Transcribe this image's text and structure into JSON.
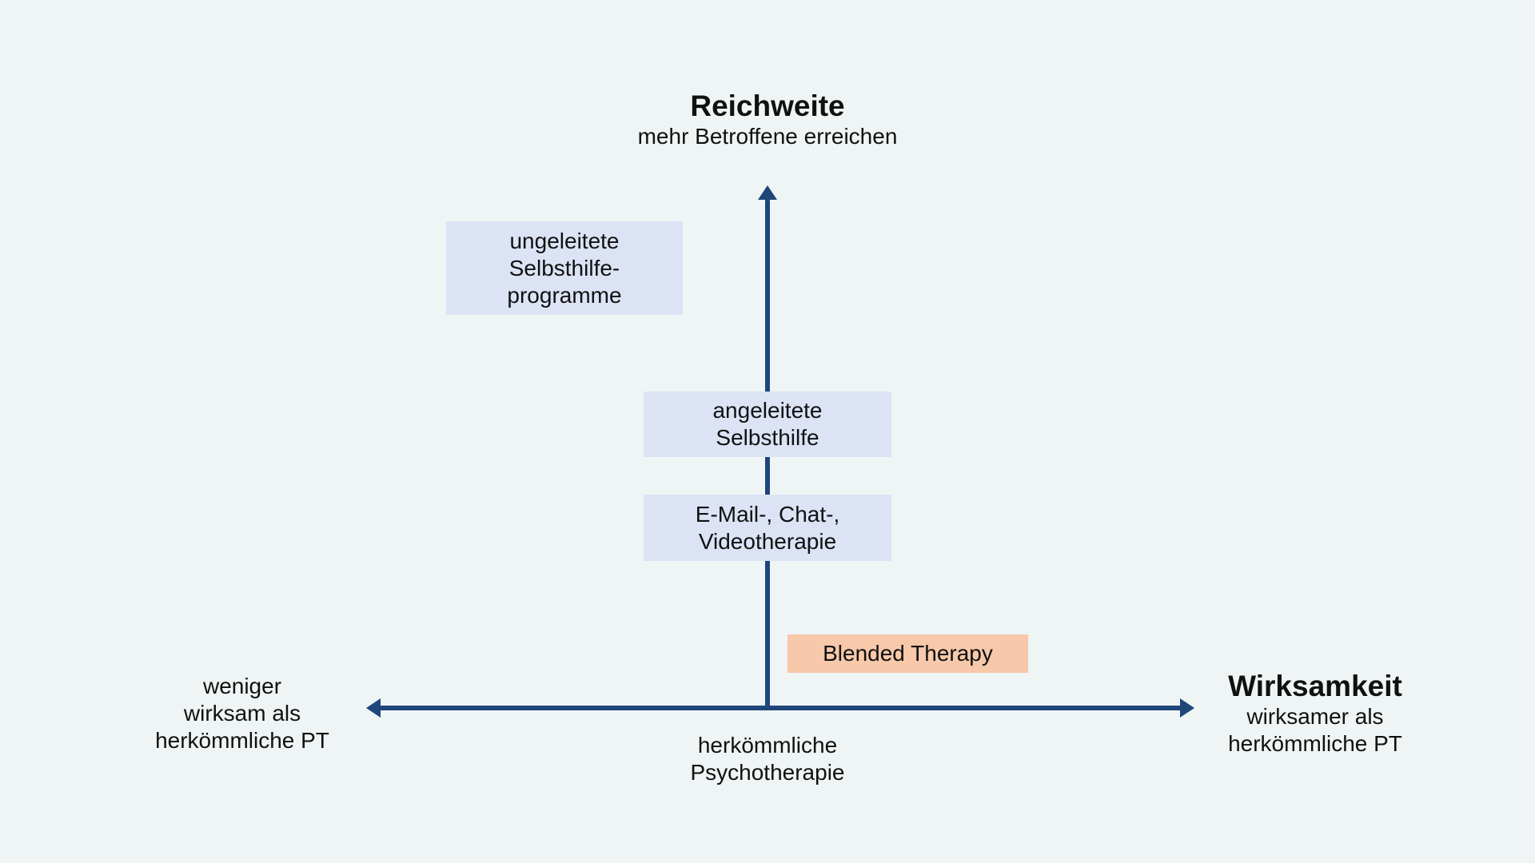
{
  "colors": {
    "background": "#eff4f5",
    "axis": "#1f467a",
    "box_blue": "#dce3f5",
    "box_orange": "#f7c8a9",
    "text": "#111111"
  },
  "vertical_axis": {
    "title": "Reichweite",
    "subtitle": "mehr Betroffene erreichen"
  },
  "horizontal_axis": {
    "title": "Wirksamkeit",
    "right_label": [
      "wirksamer als",
      "herkömmliche PT"
    ],
    "left_label": [
      "weniger",
      "wirksam als",
      "herkömmliche PT"
    ],
    "origin_label": [
      "herkömmliche",
      "Psychotherapie"
    ]
  },
  "boxes": {
    "ungeleitete": [
      "ungeleitete",
      "Selbsthilfe-",
      "programme"
    ],
    "angeleitete": [
      "angeleitete",
      "Selbsthilfe"
    ],
    "email": [
      "E-Mail-, Chat-,",
      "Videotherapie"
    ],
    "blended": [
      "Blended Therapy"
    ]
  }
}
